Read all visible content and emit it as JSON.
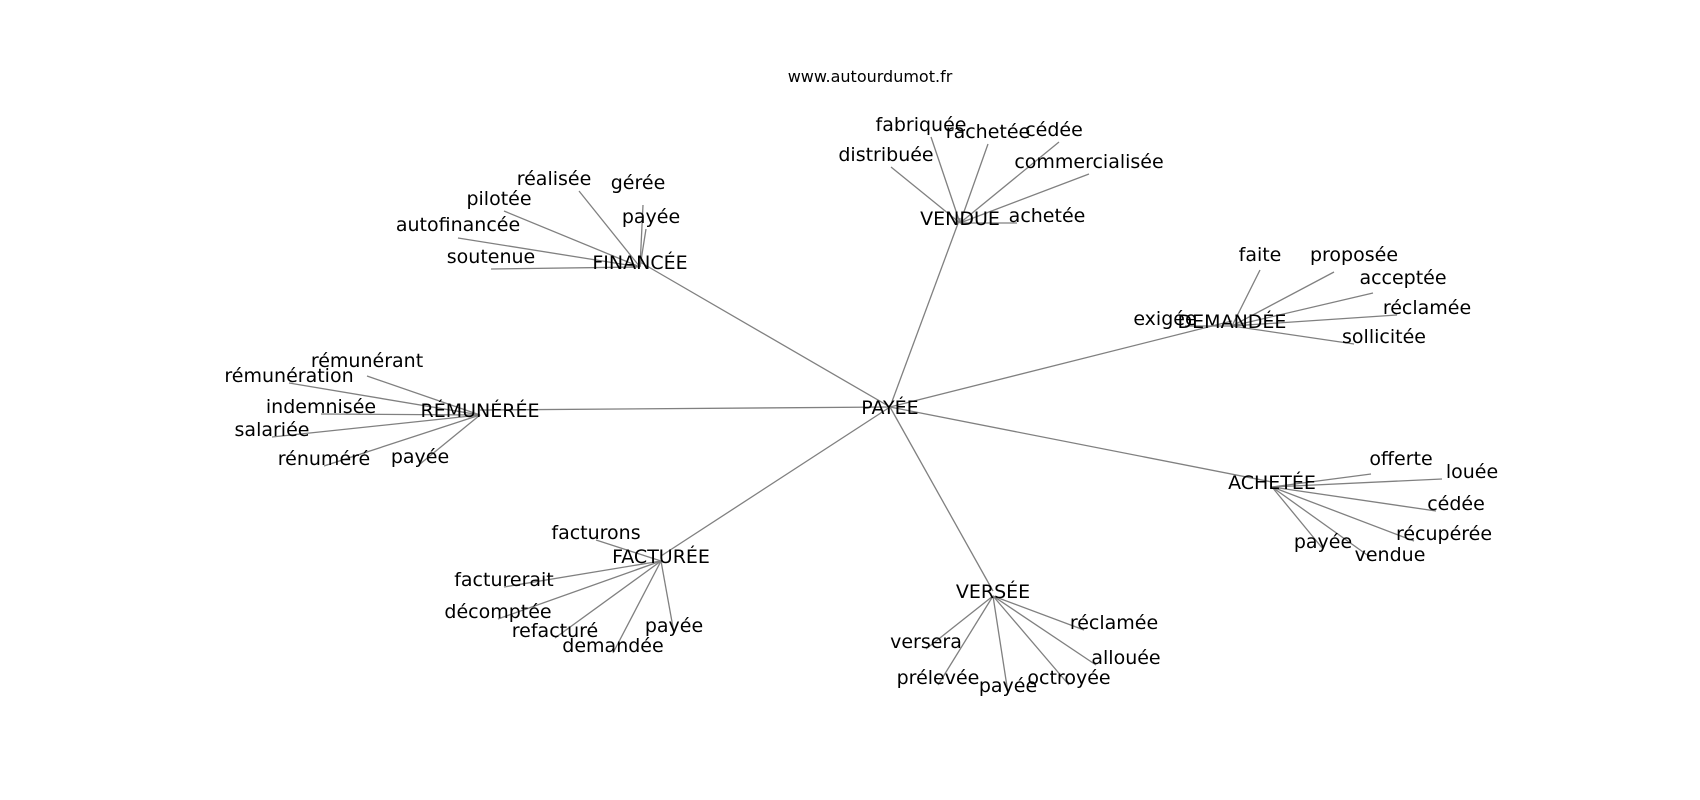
{
  "source": "www.autourdumot.fr",
  "colors": {
    "edge": "#808080",
    "text": "#000000",
    "background": "#ffffff"
  },
  "graph": {
    "center": "PAYÉE",
    "groups": [
      {
        "hub": "FINANCÉE",
        "leaves": [
          "réalisée",
          "gérée",
          "pilotée",
          "payée",
          "autofinancée",
          "soutenue"
        ]
      },
      {
        "hub": "VENDUE",
        "leaves": [
          "fabriquée",
          "rachetée",
          "cédée",
          "distribuée",
          "commercialisée",
          "achetée"
        ]
      },
      {
        "hub": "DEMANDÉE",
        "leaves": [
          "faite",
          "proposée",
          "acceptée",
          "exigée",
          "réclamée",
          "sollicitée"
        ]
      },
      {
        "hub": "RÉMUNÉRÉE",
        "leaves": [
          "rémunérant",
          "rémunération",
          "indemnisée",
          "salariée",
          "rénuméré",
          "payée"
        ]
      },
      {
        "hub": "ACHETÉE",
        "leaves": [
          "offerte",
          "louée",
          "cédée",
          "récupérée",
          "payée",
          "vendue"
        ]
      },
      {
        "hub": "FACTURÉE",
        "leaves": [
          "facturons",
          "facturerait",
          "décomptée",
          "refacturé",
          "payée",
          "demandée"
        ]
      },
      {
        "hub": "VERSÉE",
        "leaves": [
          "réclamée",
          "versera",
          "allouée",
          "prélevée",
          "octroyée",
          "payée"
        ]
      }
    ]
  }
}
